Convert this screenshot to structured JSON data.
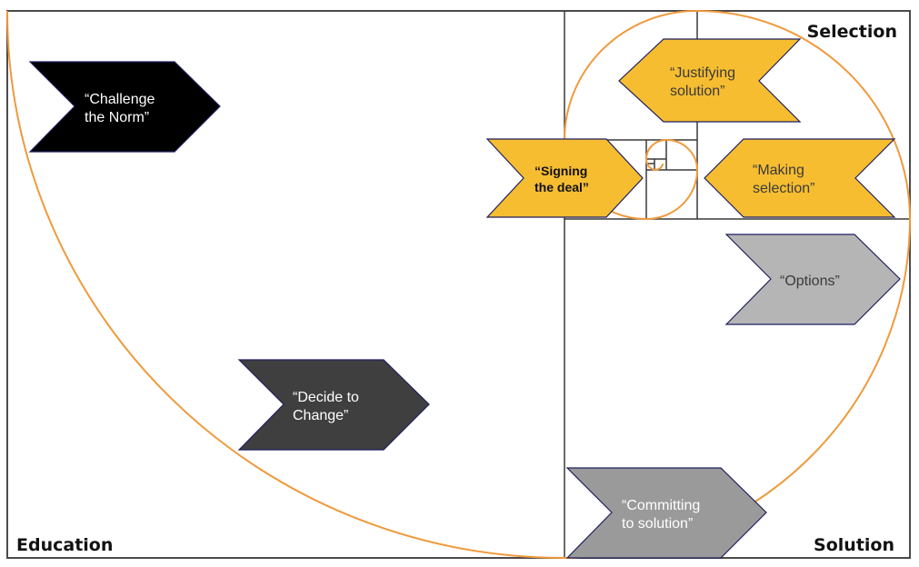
{
  "colors": {
    "spiral": "#ef9a3c",
    "frame": "#4a4a4a",
    "chevron_border": "#1f1f5f",
    "black": "#000000",
    "dark_gray": "#3f3f3f",
    "yellow": "#f6bd30",
    "light_gray": "#b5b5b5",
    "mid_gray": "#9a9a9a"
  },
  "corners": {
    "education": "Education",
    "selection": "Selection",
    "solution": "Solution"
  },
  "chevrons": [
    {
      "id": "challenge",
      "lines": [
        "“Challenge",
        "the Norm”"
      ],
      "fill": "black",
      "text": "white"
    },
    {
      "id": "decide",
      "lines": [
        "“Decide to",
        "Change”"
      ],
      "fill": "dark_gray",
      "text": "white"
    },
    {
      "id": "justifying",
      "lines": [
        "“Justifying",
        "solution”"
      ],
      "fill": "yellow",
      "text": "dark"
    },
    {
      "id": "signing",
      "lines": [
        "“Signing",
        "the deal”"
      ],
      "fill": "yellow",
      "text": "dark",
      "bold": true
    },
    {
      "id": "making",
      "lines": [
        "“Making",
        "selection”"
      ],
      "fill": "yellow",
      "text": "dark"
    },
    {
      "id": "options",
      "lines": [
        "“Options”"
      ],
      "fill": "light_gray",
      "text": "dark"
    },
    {
      "id": "committing",
      "lines": [
        "“Committing",
        "to solution”"
      ],
      "fill": "mid_gray",
      "text": "white"
    }
  ]
}
